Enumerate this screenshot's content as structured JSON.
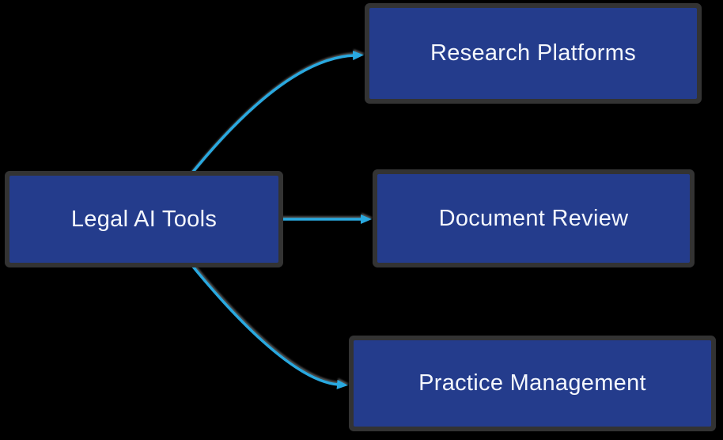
{
  "diagram": {
    "type": "flowchart",
    "direction": "left-to-right",
    "colors": {
      "background": "#000000",
      "node_fill": "#243c8c",
      "node_frame": "#333333",
      "node_text": "#f4f7fd",
      "arrow": "#29a9e0"
    },
    "nodes": {
      "root": {
        "label": "Legal AI Tools"
      },
      "research": {
        "label": "Research Platforms"
      },
      "document": {
        "label": "Document Review"
      },
      "practice": {
        "label": "Practice Management"
      }
    },
    "edges": [
      {
        "from": "Legal AI Tools",
        "to": "Research Platforms",
        "style": "curved-up-arrow"
      },
      {
        "from": "Legal AI Tools",
        "to": "Document Review",
        "style": "straight-arrow"
      },
      {
        "from": "Legal AI Tools",
        "to": "Practice Management",
        "style": "curved-down-arrow"
      }
    ]
  }
}
